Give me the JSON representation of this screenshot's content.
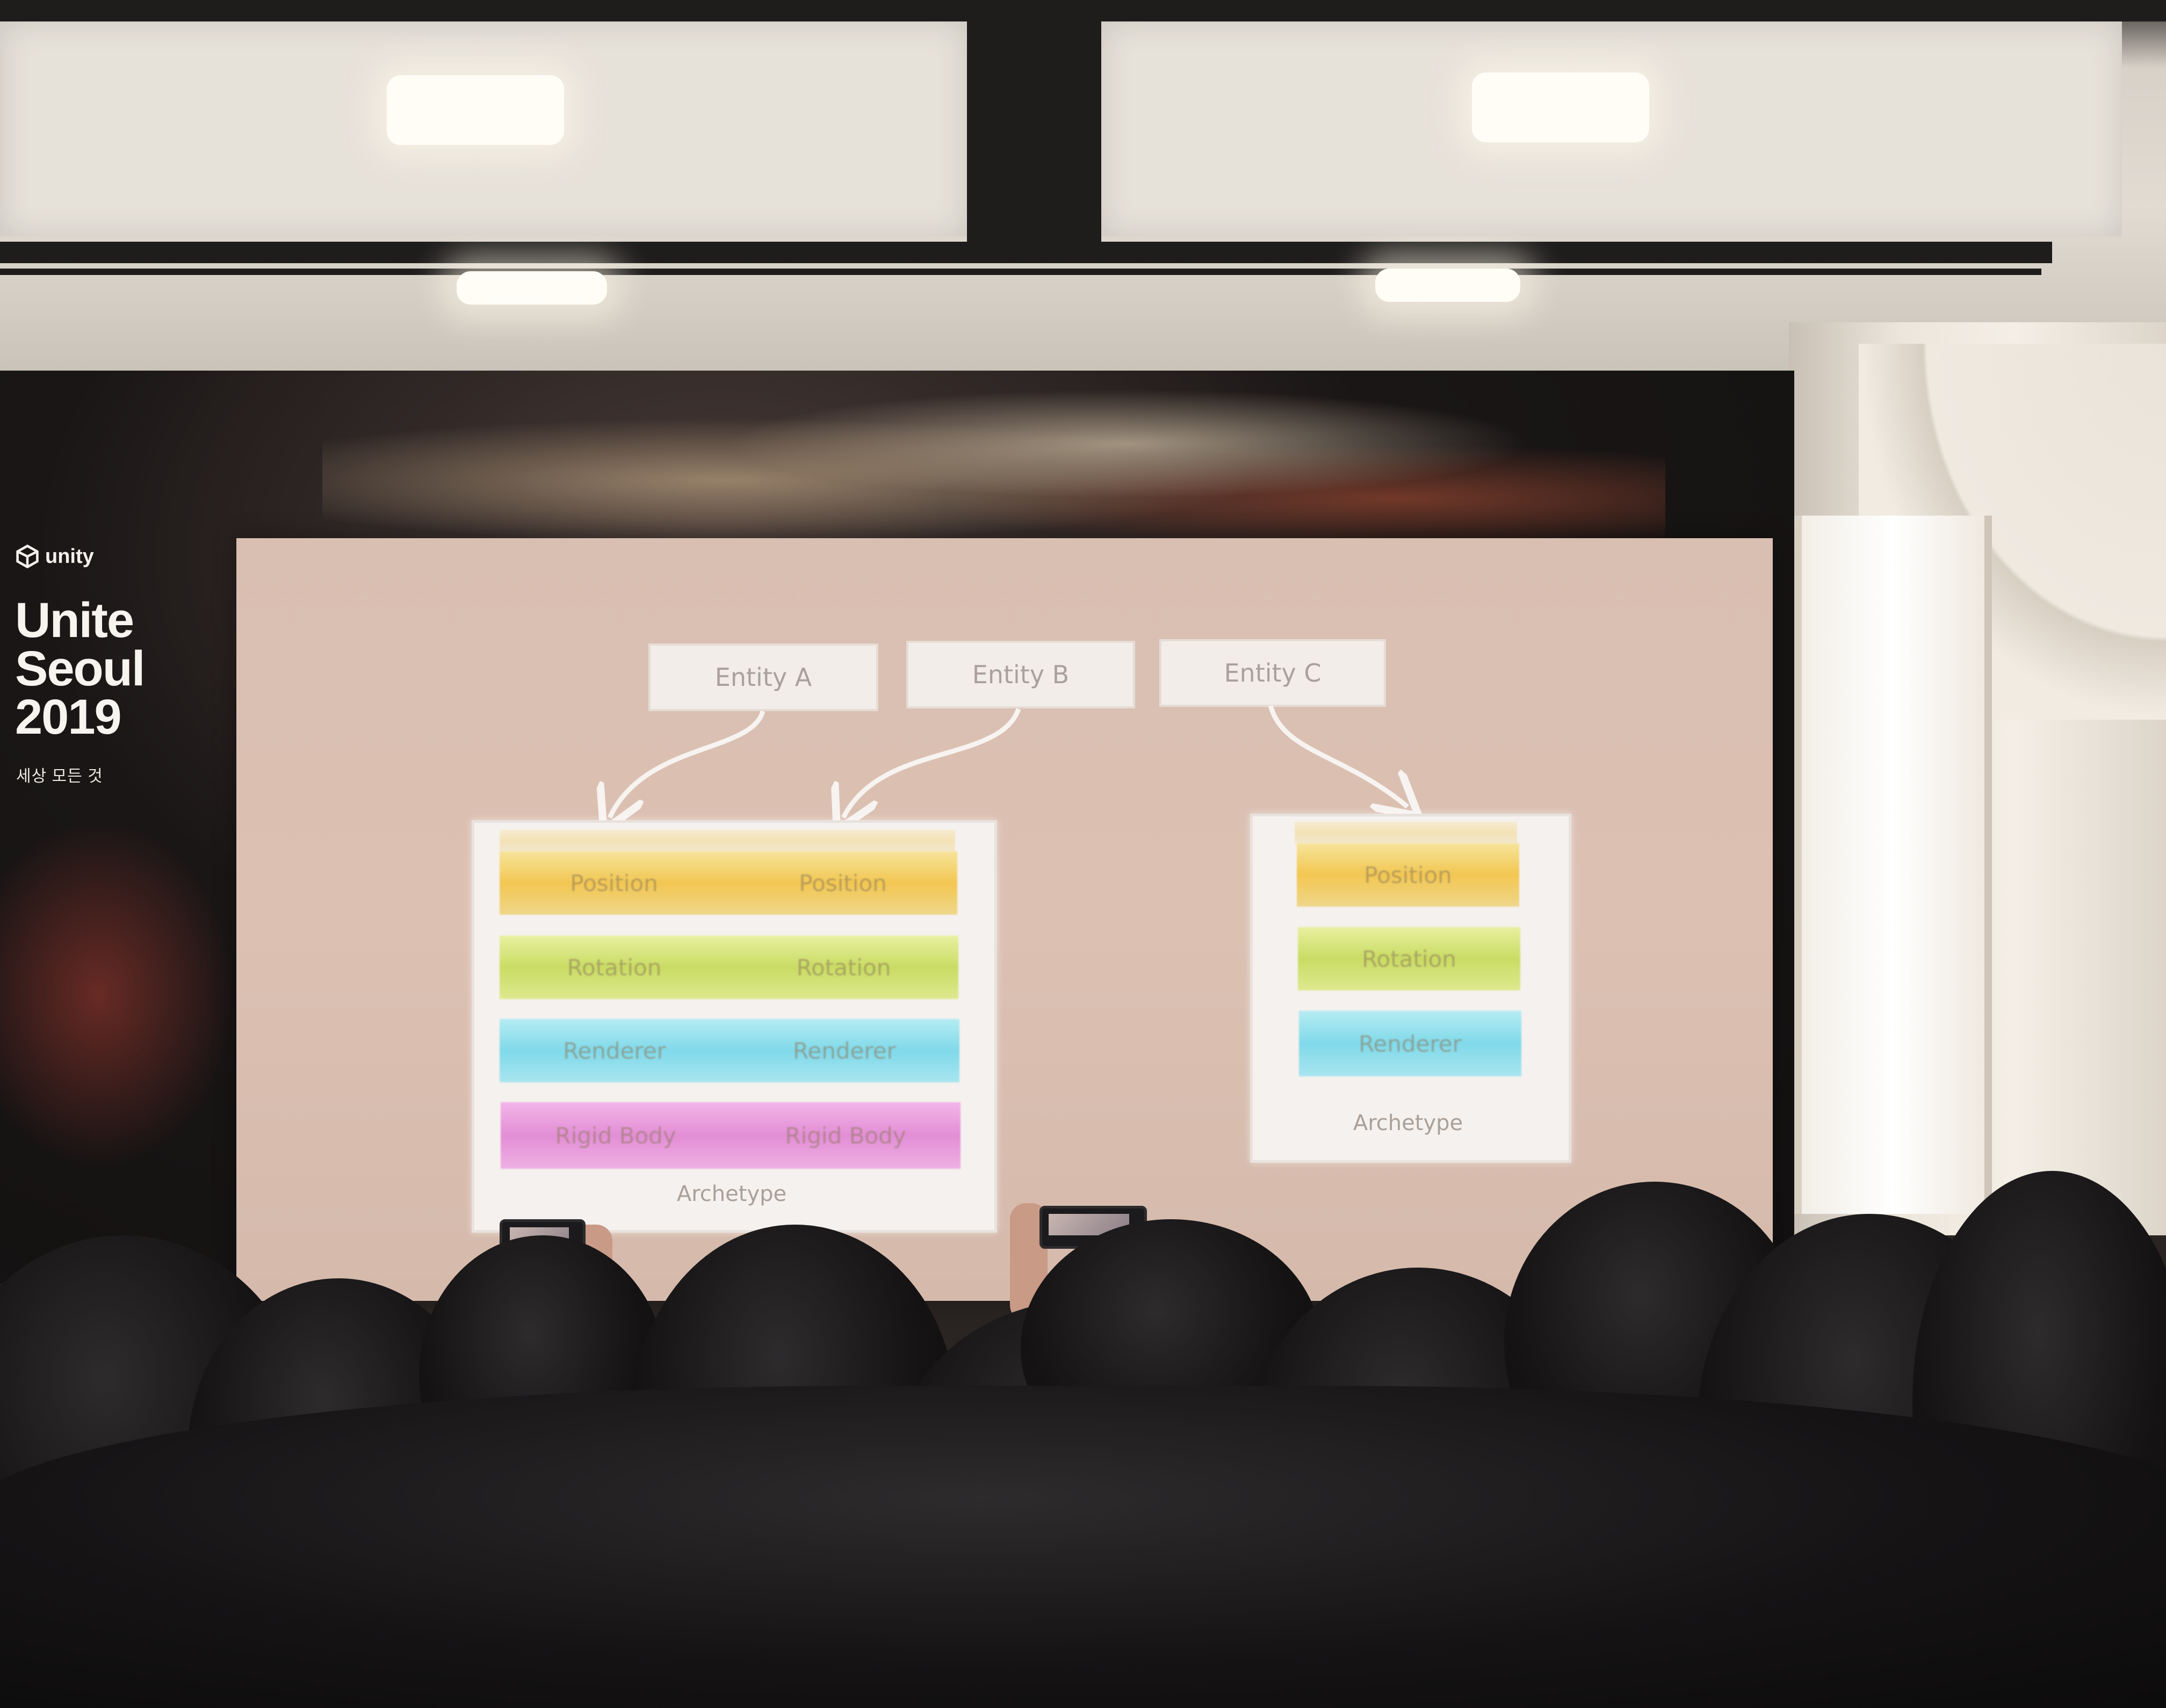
{
  "event": {
    "logo_text": "unity",
    "title_lines": [
      "Unite",
      "Seoul",
      "2019"
    ],
    "tagline": "세상 모든 것"
  },
  "slide": {
    "entities": [
      {
        "label": "Entity A"
      },
      {
        "label": "Entity B"
      },
      {
        "label": "Entity C"
      }
    ],
    "archetypes": [
      {
        "label": "Archetype",
        "components": [
          {
            "left": "Position",
            "right": "Position"
          },
          {
            "left": "Rotation",
            "right": "Rotation"
          },
          {
            "left": "Renderer",
            "right": "Renderer"
          },
          {
            "left": "Rigid Body",
            "right": "Rigid Body"
          }
        ]
      },
      {
        "label": "Archetype",
        "components": [
          {
            "left": "Position"
          },
          {
            "left": "Rotation"
          },
          {
            "left": "Renderer"
          }
        ]
      }
    ]
  },
  "colors": {
    "screen": "#d9bfb1",
    "position": "#f2c752",
    "rotation": "#c9dc63",
    "renderer": "#80d9ea",
    "rigid_body": "#e38ed6"
  }
}
